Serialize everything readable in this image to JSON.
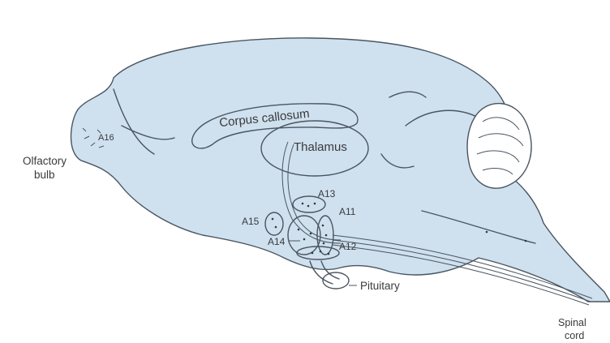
{
  "labels": {
    "corpus_callosum": "Corpus callosum",
    "thalamus": "Thalamus",
    "olfactory_bulb_line1": "Olfactory",
    "olfactory_bulb_line2": "bulb",
    "a16": "A16",
    "a13": "A13",
    "a11": "A11",
    "a15": "A15",
    "a14": "A14",
    "a12": "A12",
    "pituitary": "Pituitary",
    "spinal_cord_line1": "Spinal",
    "spinal_cord_line2": "cord"
  },
  "colors": {
    "tissue": "#cfe0ef",
    "background": "#ffffff",
    "outline": "#4a5560"
  }
}
